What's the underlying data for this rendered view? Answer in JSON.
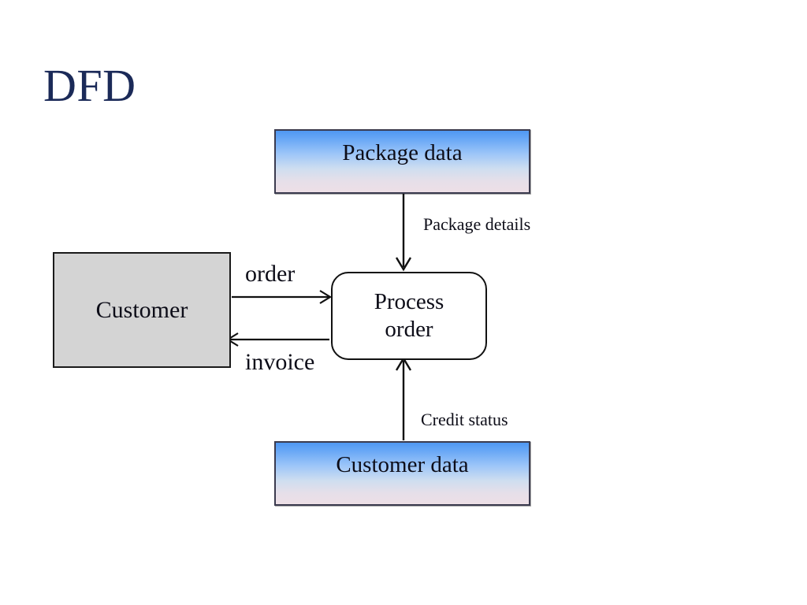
{
  "slide": {
    "title": "DFD",
    "background_color": "#ffffff",
    "title_color": "#1b2a58"
  },
  "diagram": {
    "type": "data-flow-diagram",
    "nodes": [
      {
        "id": "package-data",
        "label": "Package data",
        "shape": "rectangle",
        "role": "data-store",
        "fill": "blue-to-pink-gradient",
        "border_color": "#3b3b4f"
      },
      {
        "id": "customer",
        "label": "Customer",
        "shape": "rectangle",
        "role": "external-entity",
        "fill": "#d4d4d4",
        "border_color": "#1a1a1a"
      },
      {
        "id": "process-order",
        "label_line1": "Process",
        "label_line2": "order",
        "shape": "rounded-rectangle",
        "role": "process",
        "fill": "#ffffff",
        "border_color": "#111111"
      },
      {
        "id": "customer-data",
        "label": "Customer data",
        "shape": "rectangle",
        "role": "data-store",
        "fill": "blue-to-pink-gradient",
        "border_color": "#3b3b4f"
      }
    ],
    "edges": [
      {
        "id": "package-details",
        "label": "Package details",
        "from": "package-data",
        "to": "process-order",
        "direction": "down"
      },
      {
        "id": "order",
        "label": "order",
        "from": "customer",
        "to": "process-order",
        "direction": "right"
      },
      {
        "id": "invoice",
        "label": "invoice",
        "from": "process-order",
        "to": "customer",
        "direction": "left"
      },
      {
        "id": "credit-status",
        "label": "Credit status",
        "from": "customer-data",
        "to": "process-order",
        "direction": "up"
      }
    ]
  }
}
